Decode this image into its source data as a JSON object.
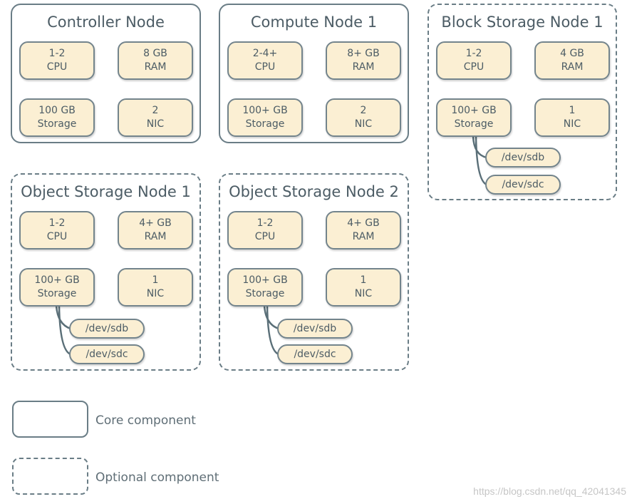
{
  "nodes": {
    "controller": {
      "title": "Controller Node",
      "cpu": {
        "value": "1-2",
        "unit": "CPU"
      },
      "ram": {
        "value": "8 GB",
        "unit": "RAM"
      },
      "storage": {
        "value": "100 GB",
        "unit": "Storage"
      },
      "nic": {
        "value": "2",
        "unit": "NIC"
      }
    },
    "compute1": {
      "title": "Compute Node 1",
      "cpu": {
        "value": "2-4+",
        "unit": "CPU"
      },
      "ram": {
        "value": "8+ GB",
        "unit": "RAM"
      },
      "storage": {
        "value": "100+ GB",
        "unit": "Storage"
      },
      "nic": {
        "value": "2",
        "unit": "NIC"
      }
    },
    "block1": {
      "title": "Block Storage Node 1",
      "cpu": {
        "value": "1-2",
        "unit": "CPU"
      },
      "ram": {
        "value": "4 GB",
        "unit": "RAM"
      },
      "storage": {
        "value": "100+ GB",
        "unit": "Storage"
      },
      "nic": {
        "value": "1",
        "unit": "NIC"
      },
      "disks": [
        "/dev/sdb",
        "/dev/sdc"
      ]
    },
    "object1": {
      "title": "Object Storage Node 1",
      "cpu": {
        "value": "1-2",
        "unit": "CPU"
      },
      "ram": {
        "value": "4+ GB",
        "unit": "RAM"
      },
      "storage": {
        "value": "100+ GB",
        "unit": "Storage"
      },
      "nic": {
        "value": "1",
        "unit": "NIC"
      },
      "disks": [
        "/dev/sdb",
        "/dev/sdc"
      ]
    },
    "object2": {
      "title": "Object Storage Node 2",
      "cpu": {
        "value": "1-2",
        "unit": "CPU"
      },
      "ram": {
        "value": "4+ GB",
        "unit": "RAM"
      },
      "storage": {
        "value": "100+ GB",
        "unit": "Storage"
      },
      "nic": {
        "value": "1",
        "unit": "NIC"
      },
      "disks": [
        "/dev/sdb",
        "/dev/sdc"
      ]
    }
  },
  "legend": {
    "core": "Core component",
    "optional": "Optional component"
  },
  "watermark": "https://blog.csdn.net/qq_42041345"
}
